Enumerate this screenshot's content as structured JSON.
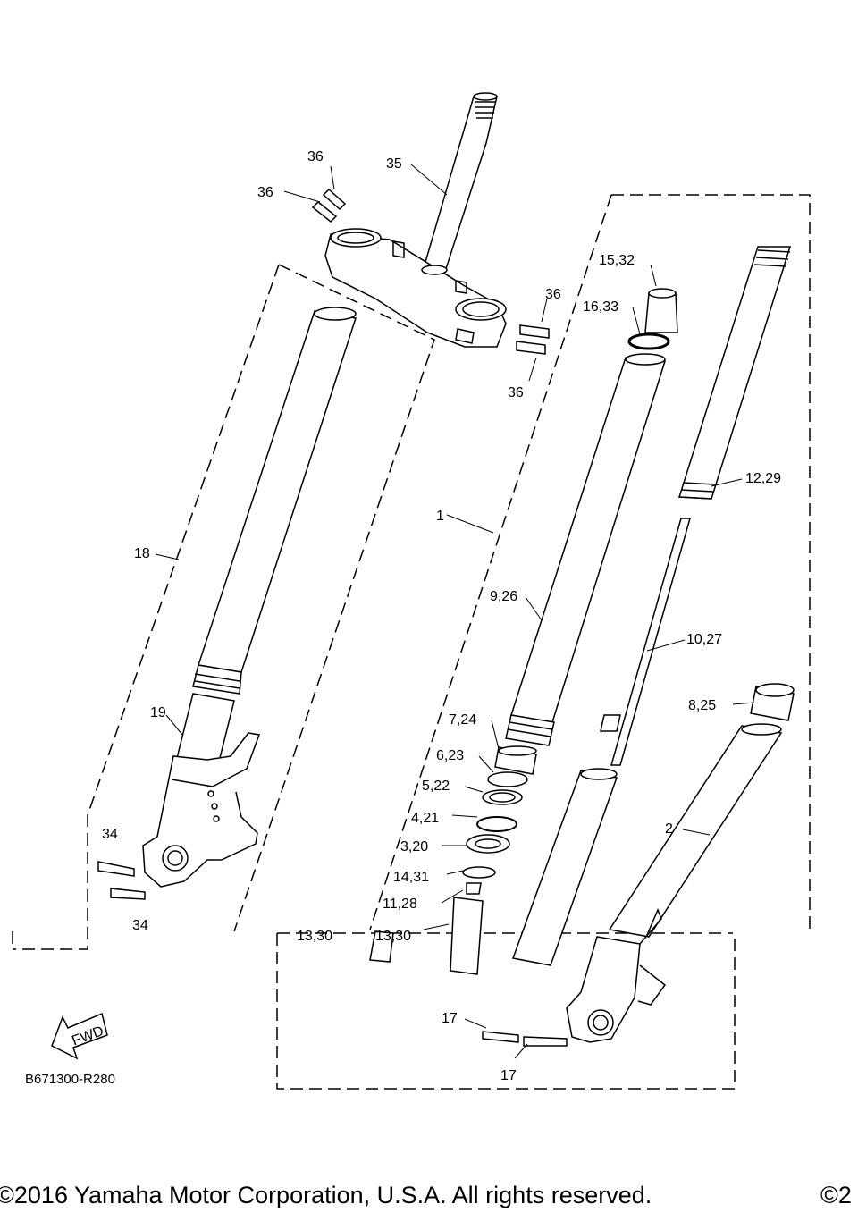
{
  "diagram": {
    "labels": {
      "l35": "35",
      "l36a": "36",
      "l36b": "36",
      "l36c": "36",
      "l36d": "36",
      "l15": "15,32",
      "l16": "16,33",
      "l12": "12,29",
      "l1": "1",
      "l18": "18",
      "l9": "9,26",
      "l10": "10,27",
      "l825": "8,25",
      "l19": "19",
      "l7": "7,24",
      "l6": "6,23",
      "l5": "5,22",
      "l4": "4,21",
      "l2": "2",
      "l3": "3,20",
      "l14": "14,31",
      "l34a": "34",
      "l34b": "34",
      "l11": "11,28",
      "l13": "13,30",
      "l1330b": "13,30",
      "l17a": "17",
      "l17b": "17"
    },
    "fwd": "FWD",
    "code": "B671300-R280"
  },
  "footer": {
    "copyright": "©2016 Yamaha Motor Corporation, U.S.A. All rights reserved.",
    "symbol": "©2"
  }
}
